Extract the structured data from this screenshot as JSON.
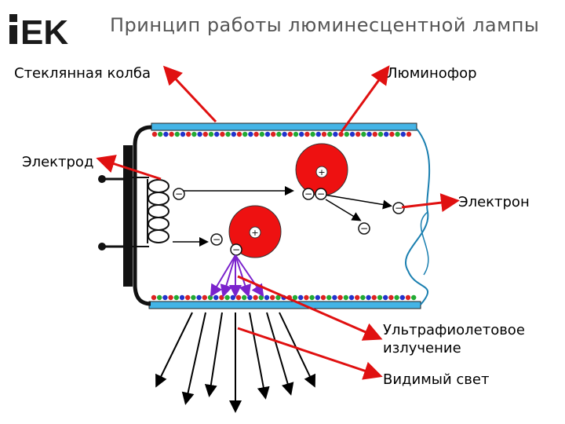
{
  "logo": {
    "text": "IEK",
    "color": "#1a1a1a"
  },
  "title": "Принцип работы люминесцентной лампы",
  "labels": {
    "glass": "Стеклянная колба",
    "phosphor": "Люминофор",
    "electrode": "Электрод",
    "electron": "Электрон",
    "uv_line1": "Ультрафиолетовое",
    "uv_line2": "излучение",
    "visible": "Видимый свет"
  },
  "symbols": {
    "plus": "+",
    "minus": "−"
  },
  "colors": {
    "arrow": "#e01010",
    "atom": "#ee1111",
    "tube": "#44b4e6",
    "uv": "#7a22cc",
    "phosphor_dots": [
      "#dd2222",
      "#22aa33",
      "#2233cc"
    ]
  }
}
